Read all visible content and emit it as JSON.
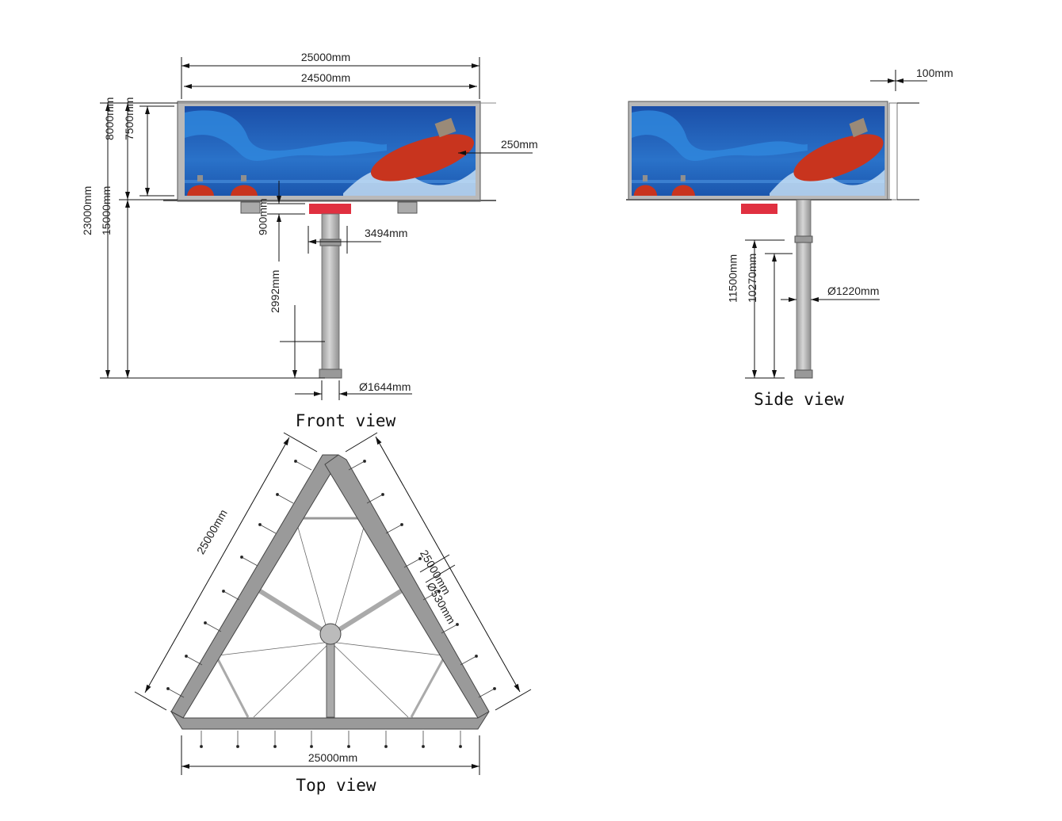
{
  "front_view": {
    "caption": "Front view",
    "dims": {
      "overall_width": "25000mm",
      "panel_width": "24500mm",
      "overall_height": "23000mm",
      "pole_height": "15000mm",
      "frame_height": "8000mm",
      "panel_height": "7500mm",
      "frame_depth": "250mm",
      "walkway_gap": "900mm",
      "flange_width": "3494mm",
      "base_height": "2992mm",
      "pole_base_diameter": "Ø1644mm"
    }
  },
  "side_view": {
    "caption": "Side view",
    "dims": {
      "depth": "100mm",
      "upper_section": "11500mm",
      "lower_section": "10270mm",
      "pole_diameter": "Ø1220mm"
    }
  },
  "top_view": {
    "caption": "Top view",
    "dims": {
      "left_side": "25000mm",
      "right_side": "25000mm",
      "base_side": "25000mm",
      "arm_diameter": "Ø530mm"
    }
  },
  "colors": {
    "panel_blue": "#1f5fb8",
    "bottle_red": "#c8341e",
    "light_box": "#e03040",
    "steel": "#b4b4b4"
  }
}
